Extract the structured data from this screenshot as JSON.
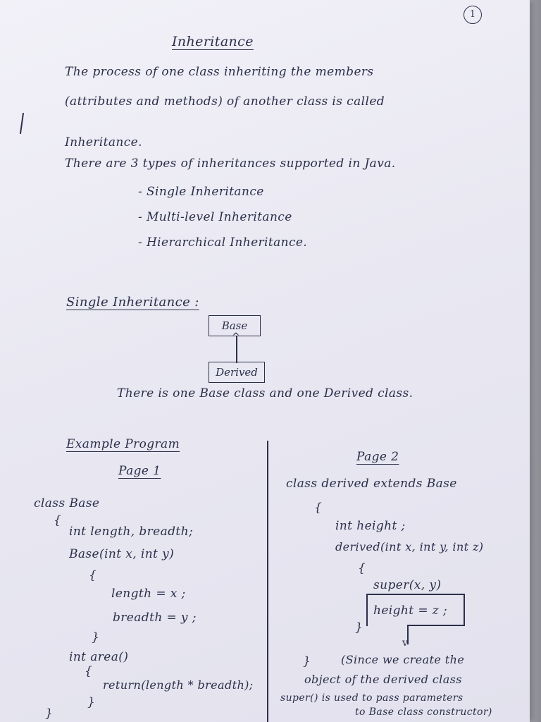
{
  "page_number": "1",
  "title": "Inheritance",
  "intro": {
    "line1": "The process of one class inheriting the members",
    "line2": "(attributes and methods) of another class is called",
    "line3": "Inheritance.",
    "line4": "There are 3 types of inheritances supported in Java."
  },
  "types": [
    "- Single Inheritance",
    "- Multi-level Inheritance",
    "- Hierarchical Inheritance."
  ],
  "single": {
    "heading": "Single Inheritance :",
    "base_box": "Base",
    "derived_box": "Derived",
    "description": "There is one Base class and one Derived class."
  },
  "example": {
    "heading": "Example Program",
    "page1_label": "Page 1",
    "page1_code": [
      "class Base",
      "{",
      "int length, breadth;",
      "Base(int x, int y)",
      "{",
      "length = x ;",
      "breadth = y ;",
      "}",
      "int area()",
      "{",
      "return(length * breadth);",
      "}",
      "}"
    ],
    "page2_label": "Page 2",
    "page2_code": [
      "class derived extends Base",
      "{",
      "int height ;",
      "derived(int x, int y, int z)",
      "{",
      "super(x, y)",
      "height = z ;",
      "}",
      "}"
    ],
    "note": [
      "(Since we create the",
      "object of the derived class",
      "super() is used to pass parameters",
      "to Base class constructor)"
    ]
  }
}
